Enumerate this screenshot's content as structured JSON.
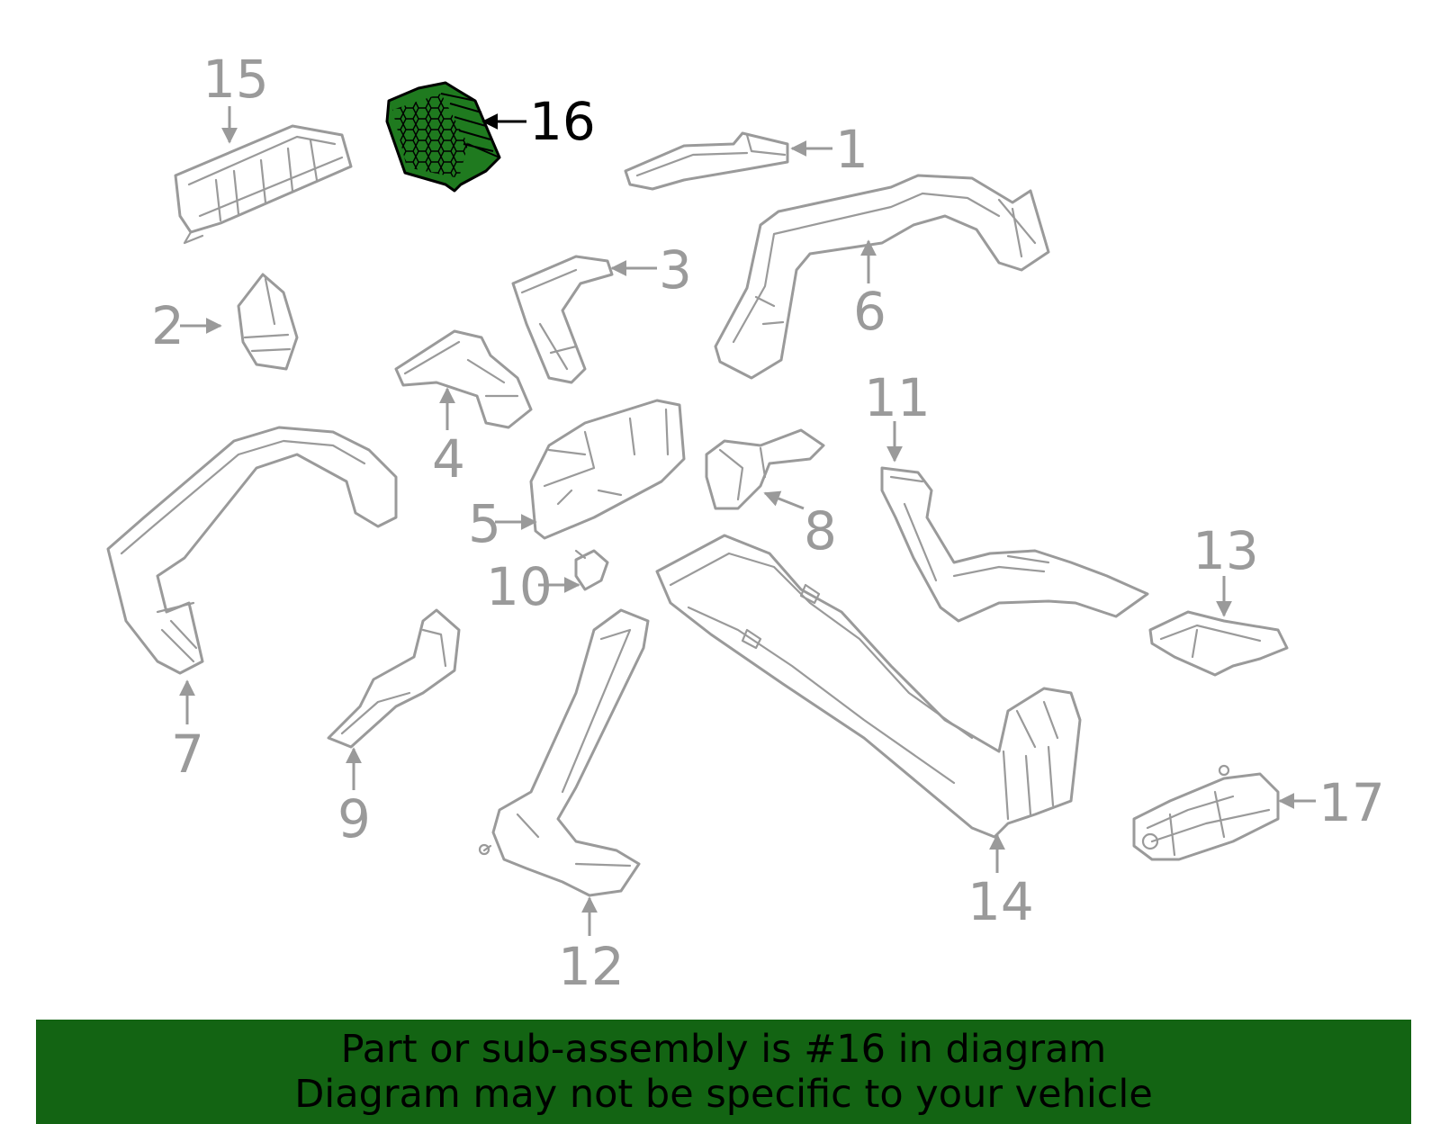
{
  "diagram": {
    "callouts": [
      "1",
      "2",
      "3",
      "4",
      "5",
      "6",
      "7",
      "8",
      "9",
      "10",
      "11",
      "12",
      "13",
      "14",
      "15",
      "16",
      "17"
    ],
    "highlighted_callout": "16",
    "highlight_color": "#1f7a1f",
    "part_line_color": "#9a9a9a"
  },
  "banner": {
    "line1": "Part or sub-assembly is #16 in diagram",
    "line2": "Diagram may not be specific to your vehicle",
    "background_color": "#136413"
  }
}
